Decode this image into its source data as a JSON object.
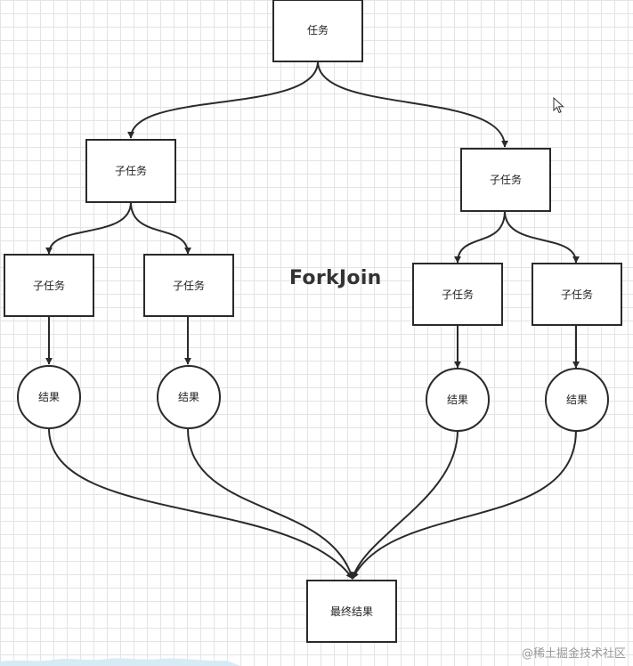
{
  "diagram": {
    "title": "ForkJoin",
    "watermark": "@稀土掘金技术社区",
    "nodes": {
      "root": "任务",
      "left_sub": "子任务",
      "right_sub": "子任务",
      "leaf1": "子任务",
      "leaf2": "子任务",
      "leaf3": "子任务",
      "leaf4": "子任务",
      "result1": "结果",
      "result2": "结果",
      "result3": "结果",
      "result4": "结果",
      "final": "最终结果"
    },
    "colors": {
      "stroke": "#2a2a2a",
      "grid": "#e4e4e4",
      "background": "#ffffff"
    }
  }
}
